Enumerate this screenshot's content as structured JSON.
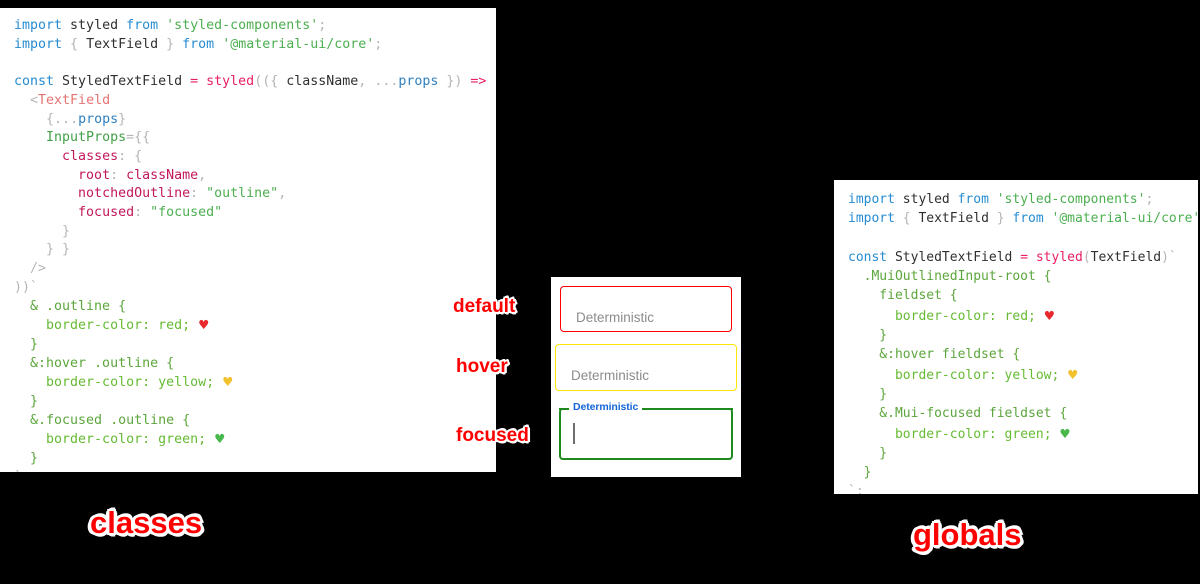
{
  "background_color": "#000000",
  "accent_color": "#ff0000",
  "panels": {
    "classes": {
      "caption": "classes",
      "code_lines": [
        {
          "tokens": [
            {
              "t": "import ",
              "c": "kw"
            },
            {
              "t": "styled ",
              "c": "dark"
            },
            {
              "t": "from ",
              "c": "kw"
            },
            {
              "t": "'styled-components'",
              "c": "str"
            },
            {
              "t": ";",
              "c": "punc"
            }
          ]
        },
        {
          "tokens": [
            {
              "t": "import ",
              "c": "kw"
            },
            {
              "t": "{ ",
              "c": "punc"
            },
            {
              "t": "TextField",
              "c": "dark"
            },
            {
              "t": " } ",
              "c": "punc"
            },
            {
              "t": "from ",
              "c": "kw"
            },
            {
              "t": "'@material-ui/core'",
              "c": "str"
            },
            {
              "t": ";",
              "c": "punc"
            }
          ]
        },
        {
          "tokens": []
        },
        {
          "tokens": [
            {
              "t": "const ",
              "c": "kw"
            },
            {
              "t": "StyledTextField ",
              "c": "dark"
            },
            {
              "t": "= ",
              "c": "op"
            },
            {
              "t": "styled",
              "c": "fn"
            },
            {
              "t": "((",
              "c": "punc"
            },
            {
              "t": "{ ",
              "c": "punc"
            },
            {
              "t": "className",
              "c": "dark"
            },
            {
              "t": ", ",
              "c": "punc"
            },
            {
              "t": "...",
              "c": "punc"
            },
            {
              "t": "props",
              "c": "var"
            },
            {
              "t": " }) ",
              "c": "punc"
            },
            {
              "t": "=> ",
              "c": "op"
            },
            {
              "t": "(",
              "c": "punc"
            }
          ]
        },
        {
          "tokens": [
            {
              "t": "  <",
              "c": "punc"
            },
            {
              "t": "TextField",
              "c": "tag"
            }
          ]
        },
        {
          "tokens": [
            {
              "t": "    {",
              "c": "punc"
            },
            {
              "t": "...",
              "c": "punc"
            },
            {
              "t": "props",
              "c": "var"
            },
            {
              "t": "}",
              "c": "punc"
            }
          ]
        },
        {
          "tokens": [
            {
              "t": "    ",
              "c": "punc"
            },
            {
              "t": "InputProps",
              "c": "attr"
            },
            {
              "t": "=",
              "c": "punc"
            },
            {
              "t": "{{",
              "c": "punc"
            }
          ]
        },
        {
          "tokens": [
            {
              "t": "      ",
              "c": "punc"
            },
            {
              "t": "classes",
              "c": "prop"
            },
            {
              "t": ": ",
              "c": "punc"
            },
            {
              "t": "{",
              "c": "punc"
            }
          ]
        },
        {
          "tokens": [
            {
              "t": "        ",
              "c": "punc"
            },
            {
              "t": "root",
              "c": "prop"
            },
            {
              "t": ": ",
              "c": "punc"
            },
            {
              "t": "className",
              "c": "prop"
            },
            {
              "t": ",",
              "c": "punc"
            }
          ]
        },
        {
          "tokens": [
            {
              "t": "        ",
              "c": "punc"
            },
            {
              "t": "notchedOutline",
              "c": "prop"
            },
            {
              "t": ": ",
              "c": "punc"
            },
            {
              "t": "\"outline\"",
              "c": "str"
            },
            {
              "t": ",",
              "c": "punc"
            }
          ]
        },
        {
          "tokens": [
            {
              "t": "        ",
              "c": "punc"
            },
            {
              "t": "focused",
              "c": "prop"
            },
            {
              "t": ": ",
              "c": "punc"
            },
            {
              "t": "\"focused\"",
              "c": "str"
            }
          ]
        },
        {
          "tokens": [
            {
              "t": "      }",
              "c": "punc"
            }
          ]
        },
        {
          "tokens": [
            {
              "t": "    } }",
              "c": "punc"
            }
          ]
        },
        {
          "tokens": [
            {
              "t": "  />",
              "c": "punc"
            }
          ]
        },
        {
          "tokens": [
            {
              "t": "))`",
              "c": "punc"
            }
          ]
        },
        {
          "tokens": [
            {
              "t": "  & .outline ",
              "c": "sel"
            },
            {
              "t": "{",
              "c": "sel"
            }
          ]
        },
        {
          "tokens": [
            {
              "t": "    border-color",
              "c": "css"
            },
            {
              "t": ": ",
              "c": "css"
            },
            {
              "t": "red",
              "c": "cssval"
            },
            {
              "t": "; ",
              "c": "css"
            },
            {
              "t": "HEART_RED",
              "c": "heart-red"
            }
          ]
        },
        {
          "tokens": [
            {
              "t": "  }",
              "c": "sel"
            }
          ]
        },
        {
          "tokens": [
            {
              "t": "  &:hover .outline {",
              "c": "sel"
            }
          ]
        },
        {
          "tokens": [
            {
              "t": "    border-color",
              "c": "css"
            },
            {
              "t": ": ",
              "c": "css"
            },
            {
              "t": "yellow",
              "c": "cssval"
            },
            {
              "t": "; ",
              "c": "css"
            },
            {
              "t": "HEART_YELLOW",
              "c": "heart-yellow"
            }
          ]
        },
        {
          "tokens": [
            {
              "t": "  }",
              "c": "sel"
            }
          ]
        },
        {
          "tokens": [
            {
              "t": "  &.focused .outline {",
              "c": "sel"
            }
          ]
        },
        {
          "tokens": [
            {
              "t": "    border-color",
              "c": "css"
            },
            {
              "t": ": ",
              "c": "css"
            },
            {
              "t": "green",
              "c": "cssval"
            },
            {
              "t": "; ",
              "c": "css"
            },
            {
              "t": "HEART_GREEN",
              "c": "heart-green"
            }
          ]
        },
        {
          "tokens": [
            {
              "t": "  }",
              "c": "sel"
            }
          ]
        },
        {
          "tokens": [
            {
              "t": "`;",
              "c": "punc"
            }
          ]
        }
      ]
    },
    "globals": {
      "caption": "globals",
      "code_lines": [
        {
          "tokens": [
            {
              "t": "import ",
              "c": "kw"
            },
            {
              "t": "styled ",
              "c": "dark"
            },
            {
              "t": "from ",
              "c": "kw"
            },
            {
              "t": "'styled-components'",
              "c": "str"
            },
            {
              "t": ";",
              "c": "punc"
            }
          ]
        },
        {
          "tokens": [
            {
              "t": "import ",
              "c": "kw"
            },
            {
              "t": "{ ",
              "c": "punc"
            },
            {
              "t": "TextField",
              "c": "dark"
            },
            {
              "t": " } ",
              "c": "punc"
            },
            {
              "t": "from ",
              "c": "kw"
            },
            {
              "t": "'@material-ui/core'",
              "c": "str"
            },
            {
              "t": ";",
              "c": "punc"
            }
          ]
        },
        {
          "tokens": []
        },
        {
          "tokens": [
            {
              "t": "const ",
              "c": "kw"
            },
            {
              "t": "StyledTextField ",
              "c": "dark"
            },
            {
              "t": "= ",
              "c": "op"
            },
            {
              "t": "styled",
              "c": "fn"
            },
            {
              "t": "(",
              "c": "punc"
            },
            {
              "t": "TextField",
              "c": "dark"
            },
            {
              "t": ")`",
              "c": "punc"
            }
          ]
        },
        {
          "tokens": [
            {
              "t": "  .MuiOutlinedInput-root {",
              "c": "sel"
            }
          ]
        },
        {
          "tokens": [
            {
              "t": "    fieldset {",
              "c": "sel"
            }
          ]
        },
        {
          "tokens": [
            {
              "t": "      border-color",
              "c": "css"
            },
            {
              "t": ": ",
              "c": "css"
            },
            {
              "t": "red",
              "c": "cssval"
            },
            {
              "t": "; ",
              "c": "css"
            },
            {
              "t": "HEART_RED",
              "c": "heart-red"
            }
          ]
        },
        {
          "tokens": [
            {
              "t": "    }",
              "c": "sel"
            }
          ]
        },
        {
          "tokens": [
            {
              "t": "    &:hover fieldset {",
              "c": "sel"
            }
          ]
        },
        {
          "tokens": [
            {
              "t": "      border-color",
              "c": "css"
            },
            {
              "t": ": ",
              "c": "css"
            },
            {
              "t": "yellow",
              "c": "cssval"
            },
            {
              "t": "; ",
              "c": "css"
            },
            {
              "t": "HEART_YELLOW",
              "c": "heart-yellow"
            }
          ]
        },
        {
          "tokens": [
            {
              "t": "    }",
              "c": "sel"
            }
          ]
        },
        {
          "tokens": [
            {
              "t": "    &.Mui-focused fieldset {",
              "c": "sel"
            }
          ]
        },
        {
          "tokens": [
            {
              "t": "      border-color",
              "c": "css"
            },
            {
              "t": ": ",
              "c": "css"
            },
            {
              "t": "green",
              "c": "cssval"
            },
            {
              "t": "; ",
              "c": "css"
            },
            {
              "t": "HEART_GREEN",
              "c": "heart-green"
            }
          ]
        },
        {
          "tokens": [
            {
              "t": "    }",
              "c": "sel"
            }
          ]
        },
        {
          "tokens": [
            {
              "t": "  }",
              "c": "sel"
            }
          ]
        },
        {
          "tokens": [
            {
              "t": "`;",
              "c": "punc"
            }
          ]
        }
      ]
    }
  },
  "demo": {
    "fields": [
      {
        "state": "default",
        "annotation": "default",
        "value": "Deterministic",
        "border_color": "#ff0000",
        "label_color": "#8c8c8c"
      },
      {
        "state": "hover",
        "annotation": "hover",
        "value": "Deterministic",
        "border_color": "#ffe600",
        "label_color": "#8c8c8c"
      },
      {
        "state": "focused",
        "annotation": "focused",
        "notch_label": "Deterministic",
        "value": "",
        "border_color": "#1e8a1e",
        "label_color": "#1565d8"
      }
    ]
  },
  "hearts": {
    "red": "♥",
    "yellow": "♥",
    "green": "♥"
  }
}
